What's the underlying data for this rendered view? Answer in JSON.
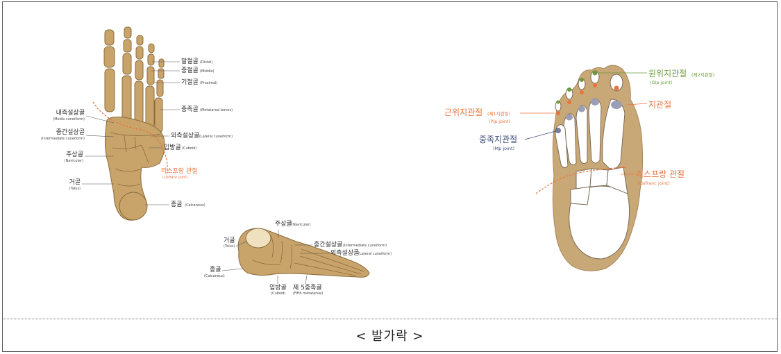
{
  "caption": "< 발가락 >",
  "colors": {
    "bone": "#c9a46a",
    "bone_dark": "#8a6b3c",
    "skin": "#c9a877",
    "skin_light": "#ffffff",
    "orange": "#e8743b",
    "green": "#6b9a3a",
    "blue": "#3a4a7a",
    "joint_grey": "#9a9fb5"
  },
  "dorsal_view": {
    "labels": [
      {
        "ko": "말절골",
        "en": "(Distal)"
      },
      {
        "ko": "중절골",
        "en": "(Middle)"
      },
      {
        "ko": "기절골",
        "en": "(Proximal)"
      },
      {
        "ko": "중족골",
        "en": "(Metatarsal bones)"
      },
      {
        "ko": "외측설상골",
        "en": "(Lateral cuneiform)"
      },
      {
        "ko": "입방골",
        "en": "(Cuboid)"
      },
      {
        "ko": "내측설상골",
        "en": "(Media cuneiform)"
      },
      {
        "ko": "중간설상골",
        "en": "(Intermediate cuneiform)"
      },
      {
        "ko": "주상골",
        "en": "(Navicular)"
      },
      {
        "ko": "거골",
        "en": "(Talus)"
      },
      {
        "ko": "종골",
        "en": "(Calcaneus)"
      }
    ],
    "lisfranc": {
      "ko": "리스프랑 관절",
      "en": "(Lisfranc joint)"
    }
  },
  "lateral_view": {
    "labels": [
      {
        "ko": "주상골",
        "en": "(Navicular)"
      },
      {
        "ko": "거골",
        "en": "(Talus)"
      },
      {
        "ko": "중간설상골",
        "en": "(Intermediate cuneiform)"
      },
      {
        "ko": "외측설상골",
        "en": "(Lateral cuneiform)"
      },
      {
        "ko": "종골",
        "en": "(Calcaneus)"
      },
      {
        "ko": "입방골",
        "en": "(Cuboid)"
      },
      {
        "ko": "제 5중족골",
        "en": "(Fifth metatarsal)"
      }
    ]
  },
  "plantar_view": {
    "dip": {
      "ko": "원위지관절",
      "ko_small": "(제2지관절)",
      "en": "(Dip joint)"
    },
    "toe_joint": {
      "ko": "지관절"
    },
    "pip": {
      "ko": "근위지관절",
      "ko_small": "(제1지관절)",
      "en": "(Pip joint)"
    },
    "mp": {
      "ko": "중족지관절",
      "en": "(Mp joint)"
    },
    "lisfranc": {
      "ko": "리스프랑 관절",
      "en": "(Lisfranc joint)"
    }
  }
}
